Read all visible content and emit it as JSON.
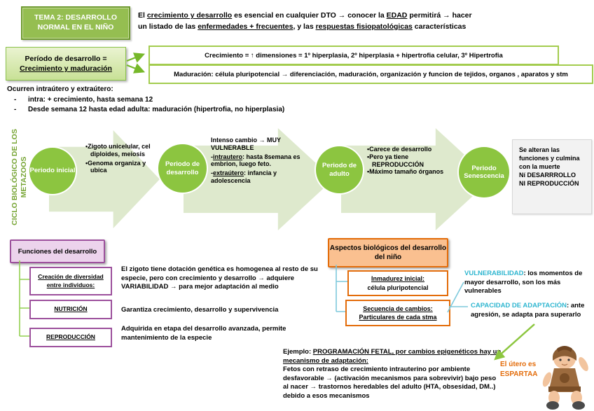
{
  "colors": {
    "green_accent": "#8CC540",
    "pale_green_arrow": "#DEE9CD",
    "title_green": "#95BE51",
    "purple_accent": "#9C509C",
    "orange_accent": "#E36C0A",
    "cyan_accent": "#2FB6D0",
    "gray_box": "#F2F2F2"
  },
  "title": "TEMA 2: DESARROLLO NORMAL EN EL NIÑO",
  "intro": {
    "s0": "El ",
    "s1": "crecimiento y desarrollo",
    "s2": " es esencial en cualquier DTO → conocer la ",
    "s3": "EDAD",
    "s4": " permitirá → hacer",
    "s5": "un listado de las ",
    "s6": "enfermedades + frecuentes",
    "s7": ", y las ",
    "s8": "respuestas fisiopatológicas",
    "s9": " características"
  },
  "period_box": {
    "line1": "Período de desarrollo =",
    "line2": "Crecimiento y maduración"
  },
  "definitions": {
    "growth": "Crecimiento = ↑ dimensiones = 1º hiperplasia, 2º hiperplasia + hipertrofia celular, 3º Hipertrofia",
    "maturation": "Maduración: célula pluripotencial → diferenciación, maduración, organización y funcion de tejidos, organos , aparatos y stm"
  },
  "occurrence": {
    "title": "Ocurren intraútero y extraútero:",
    "items": [
      "intra: + crecimiento, hasta semana 12",
      "Desde semana 12 hasta edad adulta: maduración (hipertrofia, no hiperplasia)"
    ]
  },
  "cycle": {
    "side_label": "CICLO BIOLÓGICO DE LOS METAZOOS",
    "stages": [
      "Periodo inicial",
      "Periodo de desarrollo",
      "Periodo de adulto",
      "Periodo Senescencia"
    ],
    "arrow1": {
      "bullet1": "Zigoto unicelular, cel diploides, meiosis",
      "bullet2": "Genoma organiza y ubica"
    },
    "arrow2": {
      "line1": "Intenso cambio → MUY VULNERABLE",
      "d2_pre": "-",
      "d2_u": "intrautero",
      "d2_rest": ": hasta 8semana es embrion, luego feto.",
      "d3_pre": "-",
      "d3_u": "extraútero",
      "d3_rest": ": infancia y adolescencia"
    },
    "arrow3": {
      "bullet1": "Carece de desarrollo",
      "bullet2": "Pero ya tiene REPRODUCCIÓN",
      "bullet3": "Máximo tamaño órganos"
    },
    "end_box": {
      "line1": "Se alteran las funciones y culmina con la muerte",
      "line2": "Ní DESARRROLLO",
      "line3": "NI REPRODUCCIÓN"
    }
  },
  "functions": {
    "header": "Funciones del desarrollo",
    "items": [
      {
        "label": "Creación de diversidad entre individuos:",
        "desc": "El zigoto tiene dotación genética es homogenea al resto de su especie, pero con crecimiento y desarrollo → adquiere VARIABILIDAD → para mejor adaptación al medio"
      },
      {
        "label": "NUTRICIÓN",
        "desc": "Garantiza crecimiento, desarrollo y supervivencia"
      },
      {
        "label": "REPRODUCCIÓN",
        "desc": "Adquirida en etapa del desarrollo avanzada, permite mantenimiento de la especie"
      }
    ]
  },
  "aspects": {
    "header": "Aspectos biológicos del desarrollo del niño",
    "box1": {
      "line1": "Inmadurez inicial:",
      "line2": "célula pluripotencial"
    },
    "box2": {
      "line1": "Secuencia de cambios:",
      "line2": "Particulares de cada stma"
    }
  },
  "notes": {
    "vulnerability": {
      "label": "VULNERABILIDAD",
      "text": ": los momentos de mayor desarrollo, son los más vulnerables"
    },
    "adaptation": {
      "label": "CAPACIDAD DE ADAPTACIÓN",
      "text": ": ante agresión, se adapta para superarlo"
    }
  },
  "example": {
    "prefix": "Ejemplo: ",
    "underlined": "PROGRAMACIÓN FETAL, por cambios epigenéticos hay un mecanismo de adaptación:",
    "body": "Fetos con retraso de crecimiento intrauterino por ambiente desfavorable → (activación mecanismos para sobrevivir) bajo peso al nacer → trastornos heredables del adulto (HTA, obsesidad, DM..) debido a esos mecanismos"
  },
  "sparta": {
    "line1": "El útero es",
    "line2": "ESPARTAA"
  }
}
